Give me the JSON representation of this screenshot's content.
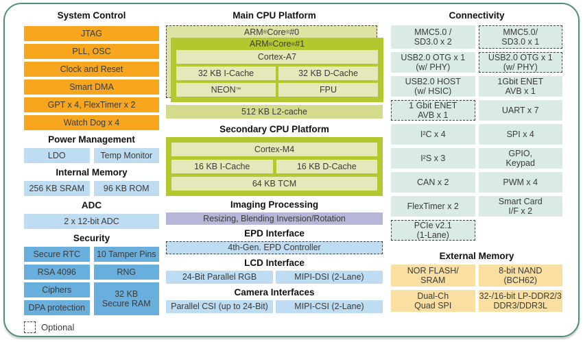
{
  "left": {
    "system_control": {
      "title": "System Control",
      "blocks": [
        "JTAG",
        "PLL, OSC",
        "Clock and Reset",
        "Smart DMA",
        "GPT x 4, FlexTimer x 2",
        "Watch Dog x 4"
      ]
    },
    "power_management": {
      "title": "Power Management",
      "blocks": [
        "LDO",
        "Temp Monitor"
      ]
    },
    "internal_memory": {
      "title": "Internal Memory",
      "blocks": [
        "256 KB SRAM",
        "96 KB ROM"
      ]
    },
    "adc": {
      "title": "ADC",
      "blocks": [
        "2 x 12-bit ADC"
      ]
    },
    "security": {
      "title": "Security",
      "blocks": [
        "Secure RTC",
        "10 Tamper Pins",
        "RSA 4096",
        "RNG",
        "Ciphers",
        "32 KB\nSecure RAM",
        "DPA protection"
      ]
    },
    "legend": {
      "optional": "Optional"
    }
  },
  "middle": {
    "main_cpu": {
      "title": "Main CPU Platform",
      "core0": "ARM® Core® #0",
      "core1": "ARM® Core® #1",
      "cortex": "Cortex-A7",
      "icache": "32 KB I-Cache",
      "dcache": "32 KB D-Cache",
      "neon": "NEON™",
      "fpu": "FPU",
      "l2": "512 KB L2-cache"
    },
    "secondary_cpu": {
      "title": "Secondary CPU Platform",
      "cortex": "Cortex-M4",
      "icache": "16 KB I-Cache",
      "dcache": "16 KB D-Cache",
      "tcm": "64 KB TCM"
    },
    "imaging": {
      "title": "Imaging Processing",
      "block": "Resizing, Blending Inversion/Rotation"
    },
    "epd": {
      "title": "EPD Interface",
      "block": "4th-Gen. EPD Controller",
      "optional": true
    },
    "lcd": {
      "title": "LCD Interface",
      "left": "24-Bit Parallel RGB",
      "right": "MIPI-DSI (2-Lane)"
    },
    "camera": {
      "title": "Camera Interfaces",
      "left": "Parallel CSI (up to 24-Bit)",
      "right": "MIPI-CSI (2-Lane)"
    }
  },
  "right": {
    "connectivity": {
      "title": "Connectivity",
      "cells": [
        {
          "label": "MMC5.0 /\nSD3.0 x 2",
          "optional": false
        },
        {
          "label": "MMC5.0/\nSD3.0 x 1",
          "optional": true
        },
        {
          "label": "USB2.0 OTG x 1\n(w/ PHY)",
          "optional": false
        },
        {
          "label": "USB2.0 OTG x 1\n(w/ PHY)",
          "optional": true
        },
        {
          "label": "USB2.0 HOST\n(w/ HSIC)",
          "optional": false
        },
        {
          "label": "1Gbit ENET\nAVB x 1",
          "optional": false
        },
        {
          "label": "1 Gbit ENET\nAVB x 1",
          "optional": true
        },
        {
          "label": "UART x 7",
          "optional": false
        },
        {
          "label": "I²C x 4",
          "optional": false
        },
        {
          "label": "SPI x 4",
          "optional": false
        },
        {
          "label": "I²S x 3",
          "optional": false
        },
        {
          "label": "GPIO,\nKeypad",
          "optional": false
        },
        {
          "label": "CAN x 2",
          "optional": false
        },
        {
          "label": "PWM x 4",
          "optional": false
        },
        {
          "label": "FlexTimer x 2",
          "optional": false
        },
        {
          "label": "Smart Card\nI/F x 2",
          "optional": false
        },
        {
          "label": "PCIe v2.1\n(1-Lane)",
          "optional": true
        }
      ]
    },
    "external_memory": {
      "title": "External Memory",
      "cells": [
        {
          "label": "NOR FLASH/\nSRAM"
        },
        {
          "label": "8-bit NAND\n(BCH62)"
        },
        {
          "label": "Dual-Ch\nQuad SPI"
        },
        {
          "label": "32-/16-bit LP-DDR2/3\nDDR3/DDR3L"
        }
      ]
    }
  },
  "colors": {
    "system_control_orange": "#F7A61E",
    "light_blue": "#BEDCF2",
    "security_blue": "#68AFDD",
    "cpu_green": "#B3C72E",
    "cpu_pale_green": "#DEE2A2",
    "cpu_inner_green": "#E5E9B9",
    "l2_cache_green": "#D4DB8D",
    "imaging_purple": "#B5B6D8",
    "connectivity_mint": "#DAEBE5",
    "external_memory_peach": "#FADFA2",
    "frame_border_teal": "#4E8E7F"
  }
}
